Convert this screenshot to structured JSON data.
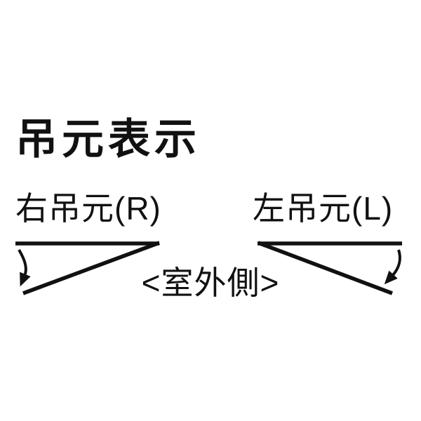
{
  "colors": {
    "background": "#ffffff",
    "ink": "#111111"
  },
  "title": "吊元表示",
  "diagram": {
    "right_hinge_label": "右吊元(R)",
    "left_hinge_label": "左吊元(L)",
    "outdoor_side_label": "<室外側>",
    "icons": {
      "left_figure_arrow": "curved-down-swing-arrow",
      "right_figure_arrow": "curved-down-swing-arrow"
    }
  }
}
